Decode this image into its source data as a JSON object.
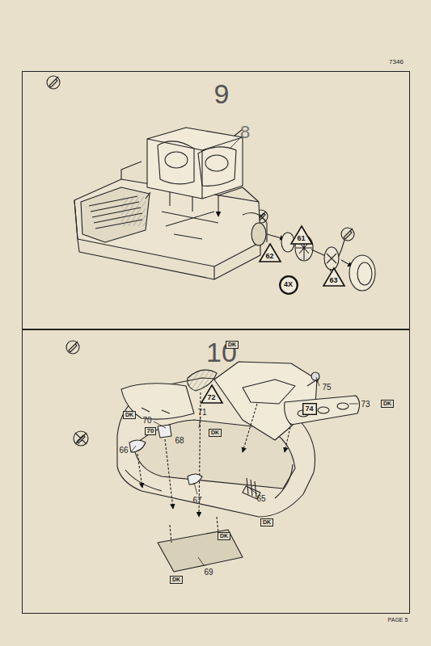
{
  "diagram": {
    "nodes": [
      {
        "text": [
          "9"
        ]
      },
      {
        "text": [
          "10"
        ]
      },
      {
        "text": [
          "4X"
        ],
        "in": 0
      },
      {
        "text": [
          "62"
        ],
        "in": 0
      },
      {
        "text": [
          "61"
        ],
        "in": 0
      },
      {
        "text": [
          "63"
        ],
        "in": 0
      },
      {
        "text": [
          "72"
        ],
        "in": 1
      },
      {
        "text": [
          "74"
        ],
        "in": 1
      }
    ],
    "labels": [
      "7346",
      "8",
      "75",
      "73",
      "70",
      "71",
      "70",
      "68",
      "66",
      "67",
      "65",
      "69",
      "DK",
      "DK",
      "DK",
      "DK",
      "DK",
      "DK",
      "DK",
      "PAGE 5"
    ]
  }
}
